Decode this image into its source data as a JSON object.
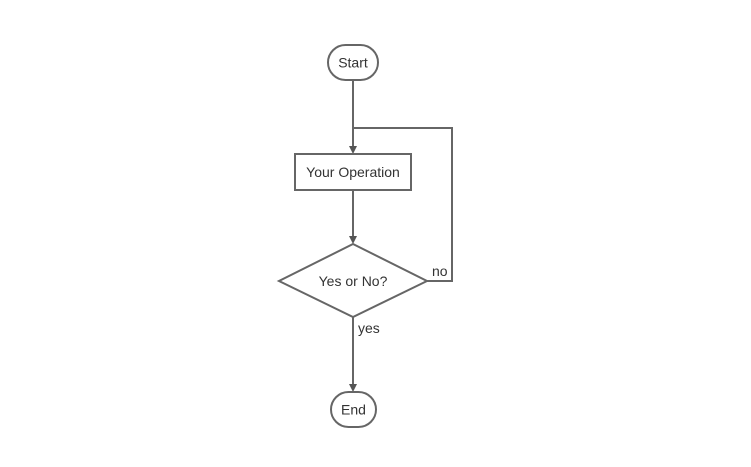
{
  "flowchart": {
    "nodes": {
      "start": {
        "label": "Start",
        "shape": "terminator"
      },
      "operation": {
        "label": "Your Operation",
        "shape": "process"
      },
      "decision": {
        "label": "Yes or No?",
        "shape": "decision"
      },
      "end": {
        "label": "End",
        "shape": "terminator"
      }
    },
    "edges": [
      {
        "from": "start",
        "to": "operation",
        "label": ""
      },
      {
        "from": "operation",
        "to": "decision",
        "label": ""
      },
      {
        "from": "decision",
        "to": "end",
        "label": "yes"
      },
      {
        "from": "decision",
        "to": "operation",
        "label": "no"
      }
    ],
    "edge_labels": {
      "yes": "yes",
      "no": "no"
    },
    "colors": {
      "stroke": "#666666",
      "text": "#333333",
      "background": "#ffffff"
    }
  }
}
